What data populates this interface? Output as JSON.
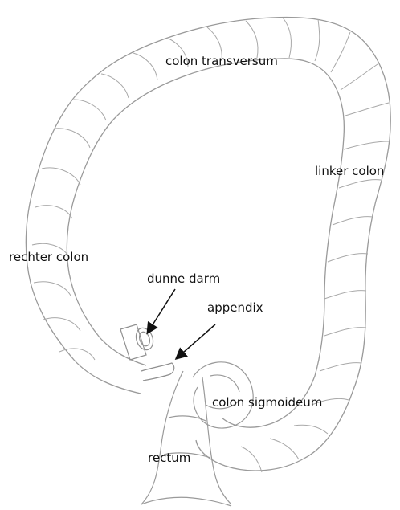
{
  "labels": {
    "colon_transversum": "colon transversum",
    "linker_colon": "linker colon",
    "rechter_colon": "rechter colon",
    "dunne_darm": "dunne darm",
    "appendix": "appendix",
    "colon_sigmoideum": "colon sigmoideum",
    "rectum": "rectum"
  },
  "colors": {
    "sketch_line": "#9a9a9a",
    "arrow": "#111111",
    "text": "#111111"
  }
}
